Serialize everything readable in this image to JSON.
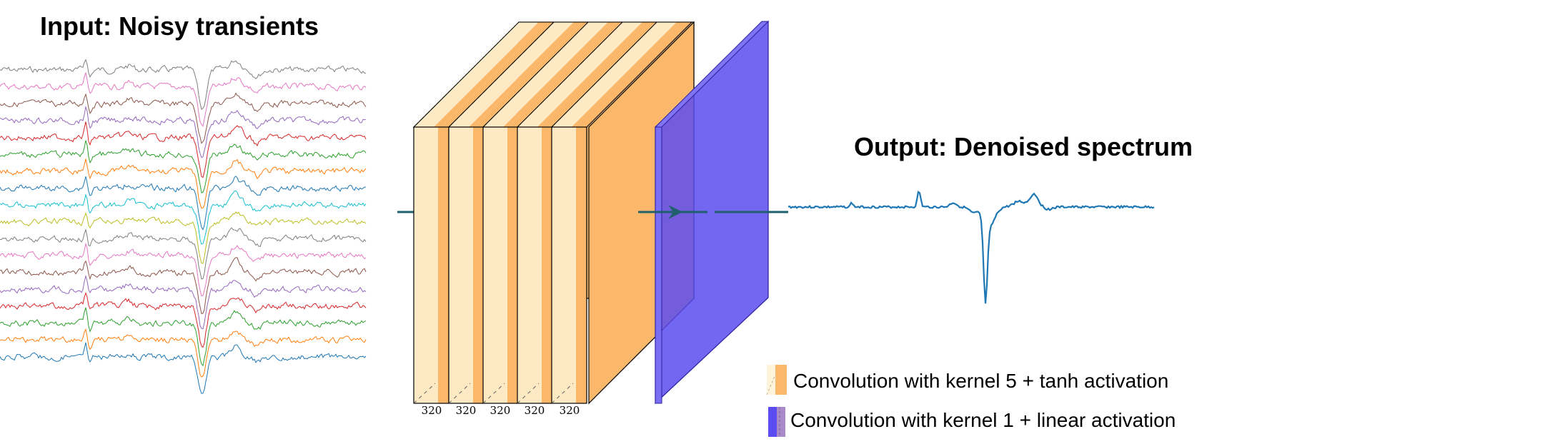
{
  "input_title": "Input: Noisy transients",
  "output_title": "Output: Denoised spectrum",
  "layer_channel_labels": [
    "320",
    "320",
    "320",
    "320",
    "320"
  ],
  "legend": [
    {
      "label": "Convolution with kernel 5 + tanh activation",
      "color": "#fbb86a"
    },
    {
      "label": "Convolution with kernel 1 + linear activation",
      "color": "#6b5bf2"
    }
  ],
  "colors": {
    "conv_light": "#fde9c3",
    "conv_dark": "#fbb86a",
    "final_layer": "#5a4cf0",
    "arrow": "#1f5f6e",
    "output_trace": "#1f77b4"
  },
  "transient_colors": [
    "#1f77b4",
    "#ff7f0e",
    "#2ca02c",
    "#d62728",
    "#9467bd",
    "#8c564b",
    "#e377c2",
    "#7f7f7f",
    "#bcbd22",
    "#17becf"
  ]
}
